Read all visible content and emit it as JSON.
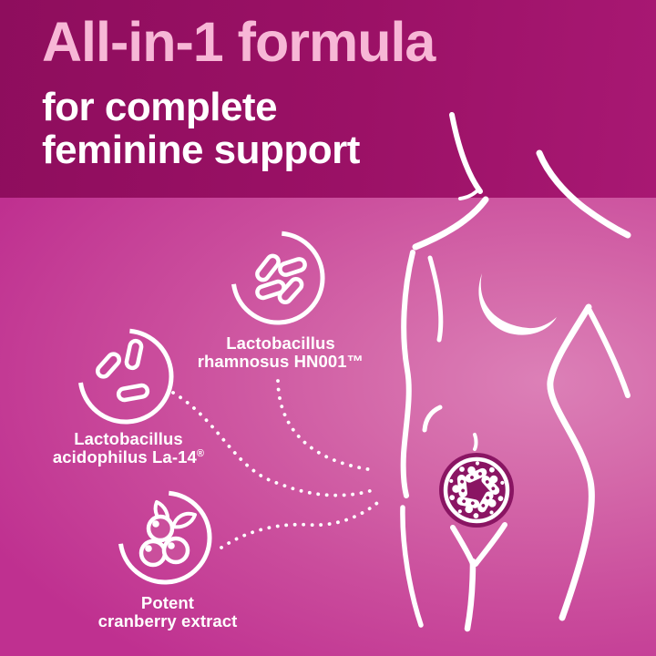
{
  "header": {
    "headline": "All-in-1 formula",
    "subheadline_line1": "for complete",
    "subheadline_line2": "feminine support"
  },
  "ingredients": [
    {
      "id": "rhamnosus",
      "label_line1": "Lactobacillus",
      "label_line2": "rhamnosus HN001™",
      "label_sup": ""
    },
    {
      "id": "acidophilus",
      "label_line1": "Lactobacillus",
      "label_line2": "acidophilus La-14",
      "label_sup": "®"
    },
    {
      "id": "cranberry",
      "label_line1": "Potent",
      "label_line2": "cranberry extract",
      "label_sup": ""
    }
  ],
  "icons": [
    "bacteria-rods-circle-icon",
    "bacteria-rods-circle-icon",
    "cranberry-berries-circle-icon",
    "probiotic-abdomen-emblem",
    "female-body-outline"
  ],
  "colors": {
    "band_top_left": "#8e0d5d",
    "band_top_right": "#a81873",
    "bottom_light": "#dc80b7",
    "bottom_deep": "#bf3090",
    "headline_pink": "#f7b7d6",
    "text_white": "#ffffff",
    "emblem_dark_magenta": "#8a1563",
    "berry_fill": "#ca4f9c"
  }
}
